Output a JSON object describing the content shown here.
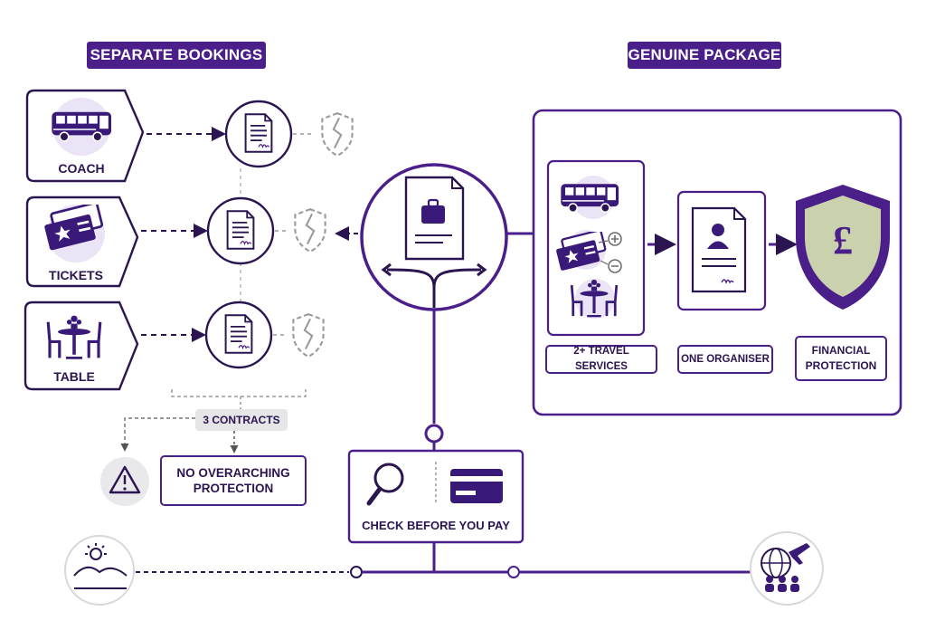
{
  "left_section": {
    "title": "SEPARATE BOOKINGS"
  },
  "right_section": {
    "title": "GENUINE PACKAGE"
  },
  "services": [
    {
      "label": "COACH",
      "icon": "bus-icon"
    },
    {
      "label": "TICKETS",
      "icon": "ticket-icon"
    },
    {
      "label": "TABLE",
      "icon": "dining-table-icon"
    }
  ],
  "contracts_note": "3 CONTRACTS",
  "warning_text": "NO OVERARCHING PROTECTION",
  "check_label": "CHECK BEFORE YOU PAY",
  "package_steps": [
    {
      "label": "2+ TRAVEL SERVICES"
    },
    {
      "label": "ONE ORGANISER"
    },
    {
      "label": "FINANCIAL PROTECTION"
    }
  ],
  "shield_symbol": "£",
  "colors": {
    "purple": "#4b1f8a",
    "lavender": "#ebe4f6",
    "sage": "#c9d2ad",
    "grey": "#9a9a9a"
  }
}
